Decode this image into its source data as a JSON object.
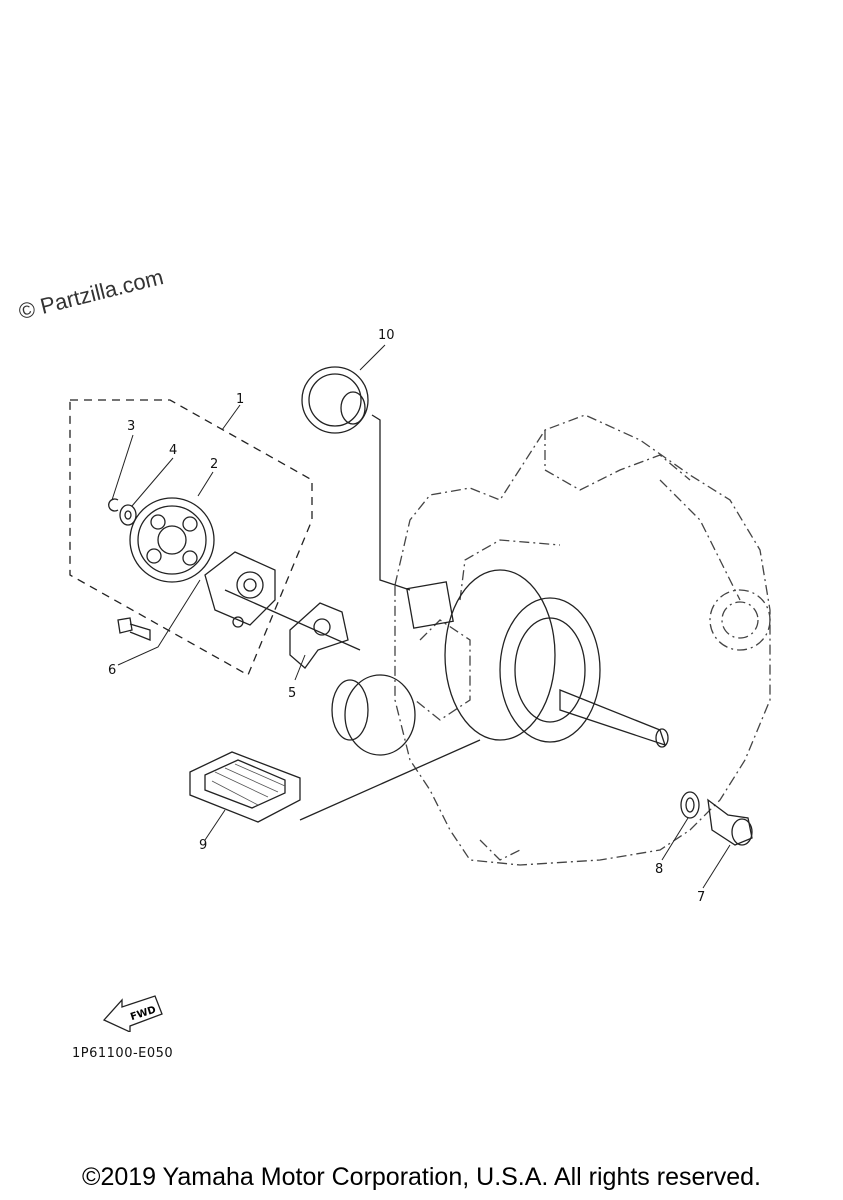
{
  "watermark": "© Partzilla.com",
  "callouts": [
    "1",
    "2",
    "3",
    "4",
    "5",
    "6",
    "7",
    "8",
    "9",
    "10"
  ],
  "direction_label": "FWD",
  "diagram_code": "1P61100-E050",
  "copyright": "©2019 Yamaha Motor Corporation, U.S.A. All rights reserved."
}
